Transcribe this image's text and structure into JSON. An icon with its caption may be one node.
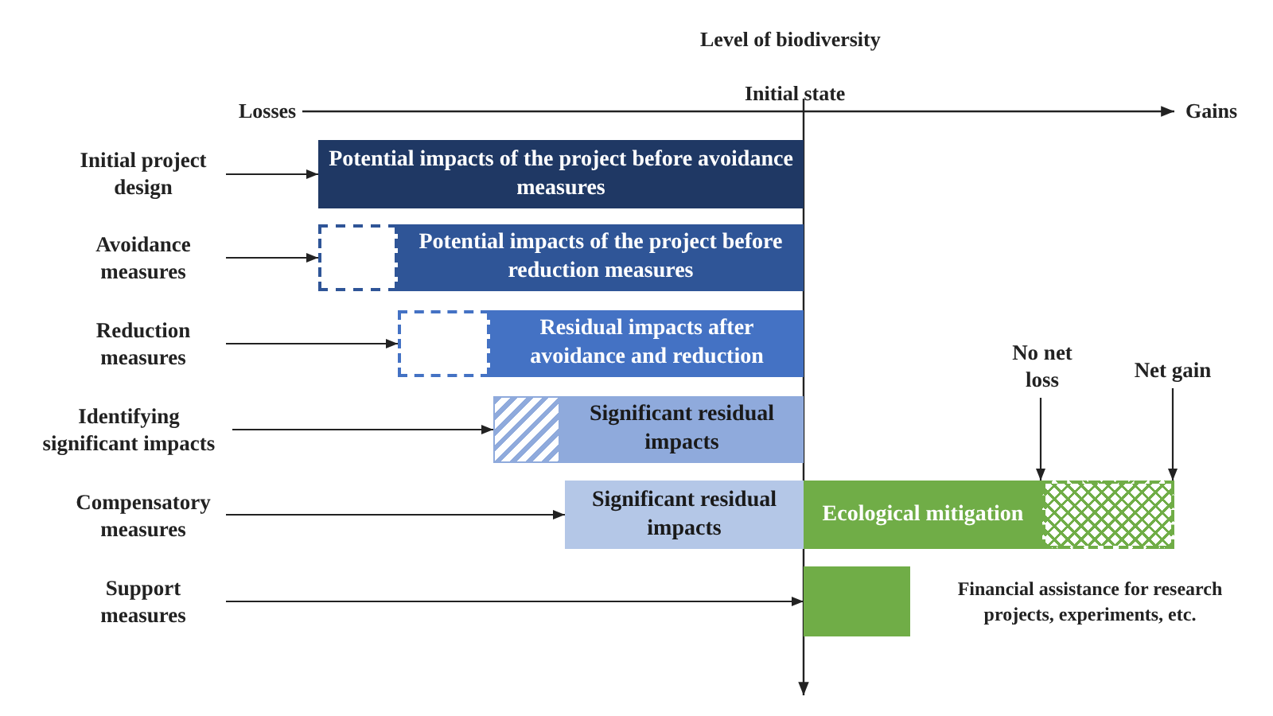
{
  "diagram": {
    "nodes": [
      {
        "text": [
          "Initial project design"
        ]
      },
      {
        "text": [
          "Potential impacts of the project before avoidance measures"
        ]
      },
      {
        "text": [
          "Avoidance measures"
        ]
      },
      {
        "text": [],
        "shape": "box"
      },
      {
        "text": [
          "Potential impacts of the project before reduction measures"
        ]
      },
      {
        "text": [
          "Reduction measures"
        ]
      },
      {
        "text": [],
        "shape": "box"
      },
      {
        "text": [
          "Residual impacts after avoidance and reduction"
        ]
      },
      {
        "text": [
          "Identifying significant impacts"
        ]
      },
      {
        "text": [],
        "shape": "box"
      },
      {
        "text": [
          "Significant residual impacts"
        ]
      },
      {
        "text": [
          "Compensatory measures"
        ]
      },
      {
        "text": [
          "Significant residual impacts"
        ]
      },
      {
        "text": [
          "Ecological mitigation"
        ]
      },
      {
        "text": [],
        "shape": "box"
      },
      {
        "text": [
          "Support measures"
        ]
      },
      {
        "text": [],
        "shape": "bar",
        "beside": [
          "Financial assistance for research projects, experiments, etc."
        ]
      },
      {
        "text": [
          "No net loss"
        ]
      },
      {
        "text": [
          "Net gain"
        ]
      }
    ],
    "edges": [
      {
        "from": 0,
        "to": 1,
        "arrow": "to"
      },
      {
        "from": 2,
        "to": 3,
        "arrow": "to"
      },
      {
        "from": 5,
        "to": 6,
        "arrow": "to"
      },
      {
        "from": 8,
        "to": 9,
        "arrow": "to"
      },
      {
        "from": 11,
        "to": 12,
        "arrow": "to"
      },
      {
        "from": 15,
        "to": 16,
        "arrow": "to"
      },
      {
        "from": 17,
        "to": 13,
        "arrow": "to"
      },
      {
        "from": 18,
        "to": 14,
        "arrow": "to"
      }
    ],
    "labels": [
      "Level of biodiversity",
      "Initial state",
      "Losses",
      "Gains"
    ]
  }
}
